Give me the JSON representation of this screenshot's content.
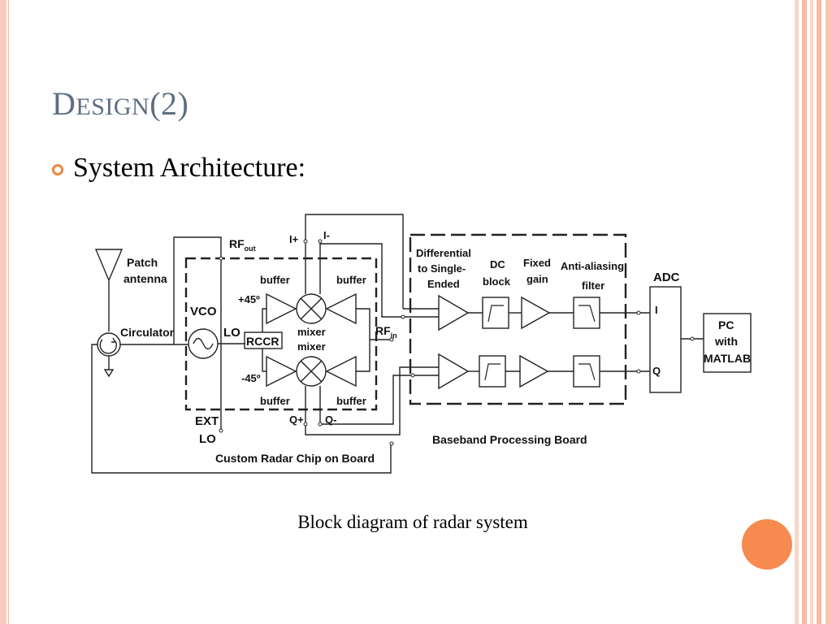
{
  "slide": {
    "title_first": "D",
    "title_rest": "ESIGN",
    "title_suffix": "(2)",
    "bullet": "System Architecture:",
    "caption": "Block diagram of radar system"
  },
  "colors": {
    "title": "#5e6e82",
    "bullet": "#f0843c",
    "accent_circle": "#f68a4f",
    "frame": "#f7cbbb"
  },
  "diagram": {
    "patch_antenna": [
      "Patch",
      "antenna"
    ],
    "circulator": "Circulator",
    "vco": "VCO",
    "lo": "LO",
    "rccr": "RCCR",
    "mixer_top": "mixer",
    "mixer_bottom": "mixer",
    "plus45": "+45º",
    "minus45": "-45º",
    "buffer": "buffer",
    "rf_out": "RF",
    "rf_out_sub": "out",
    "rf_in": "RF",
    "rf_in_sub": "in",
    "i_plus": "I+",
    "i_minus": "I-",
    "q_plus": "Q+",
    "q_minus": "Q-",
    "ext_lo": [
      "EXT",
      "LO"
    ],
    "chip_label": "Custom Radar Chip on Board",
    "differential": [
      "Differential",
      "to Single-",
      "Ended"
    ],
    "dc_block": [
      "DC",
      "block"
    ],
    "fixed_gain": [
      "Fixed",
      "gain"
    ],
    "anti_aliasing": [
      "Anti-aliasing",
      "filter"
    ],
    "adc": "ADC",
    "adc_i": "I",
    "adc_q": "Q",
    "pc": [
      "PC",
      "with",
      "MATLAB"
    ],
    "board_label": "Baseband Processing Board"
  }
}
